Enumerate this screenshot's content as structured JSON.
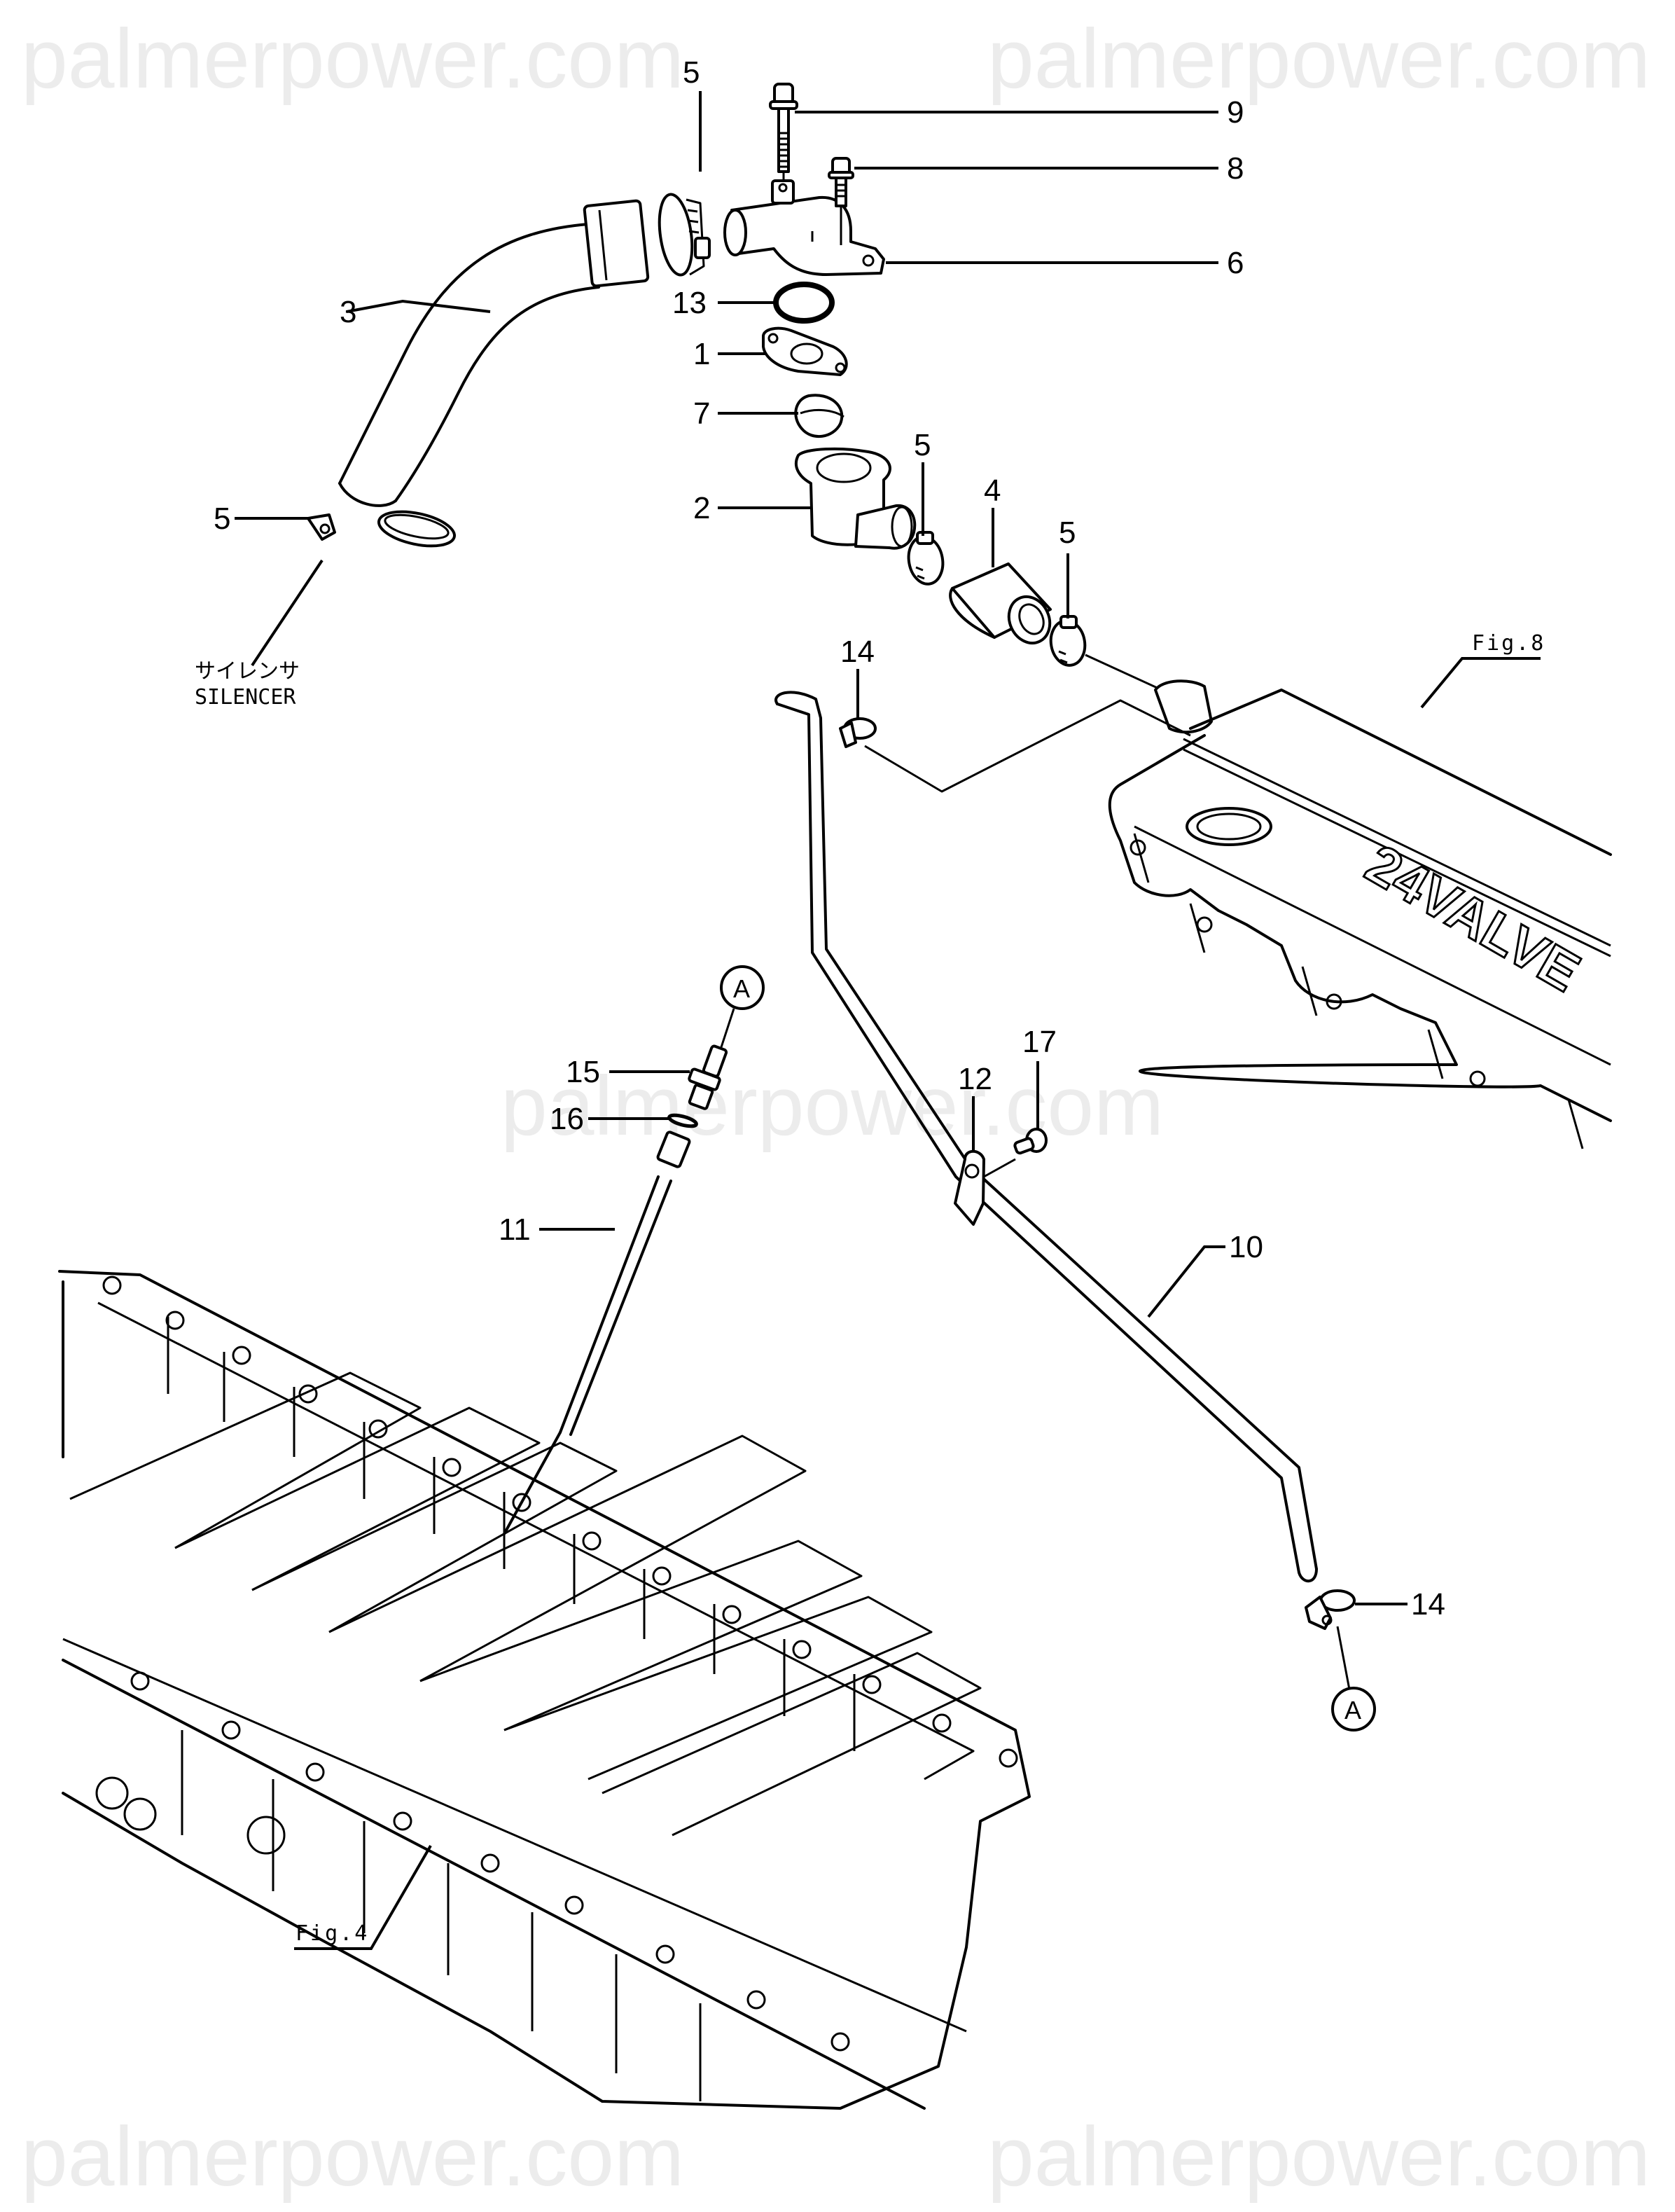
{
  "watermark": {
    "text": "palmerpower.com"
  },
  "diagram": {
    "title": "Breather pipe / oil return exploded parts view",
    "callouts": [
      {
        "id": "c1",
        "label": "1"
      },
      {
        "id": "c2",
        "label": "2"
      },
      {
        "id": "c3",
        "label": "3"
      },
      {
        "id": "c4",
        "label": "4"
      },
      {
        "id": "c5a",
        "label": "5"
      },
      {
        "id": "c5b",
        "label": "5"
      },
      {
        "id": "c5c",
        "label": "5"
      },
      {
        "id": "c5d",
        "label": "5"
      },
      {
        "id": "c6",
        "label": "6"
      },
      {
        "id": "c7",
        "label": "7"
      },
      {
        "id": "c8",
        "label": "8"
      },
      {
        "id": "c9",
        "label": "9"
      },
      {
        "id": "c10",
        "label": "10"
      },
      {
        "id": "c11",
        "label": "11"
      },
      {
        "id": "c12",
        "label": "12"
      },
      {
        "id": "c13",
        "label": "13"
      },
      {
        "id": "c14a",
        "label": "14"
      },
      {
        "id": "c14b",
        "label": "14"
      },
      {
        "id": "c15",
        "label": "15"
      },
      {
        "id": "c16",
        "label": "16"
      },
      {
        "id": "c17",
        "label": "17"
      }
    ],
    "connection_marks": [
      {
        "id": "refA1",
        "label": "A"
      },
      {
        "id": "refA2",
        "label": "A"
      }
    ],
    "figure_refs": [
      {
        "id": "fig8",
        "label": "Fig.8"
      },
      {
        "id": "fig4",
        "label": "Fig.4"
      }
    ],
    "notes": {
      "silencer_jp": "サイレンサ",
      "silencer_en": "SILENCER"
    },
    "embossed_text": "24VALVE"
  }
}
